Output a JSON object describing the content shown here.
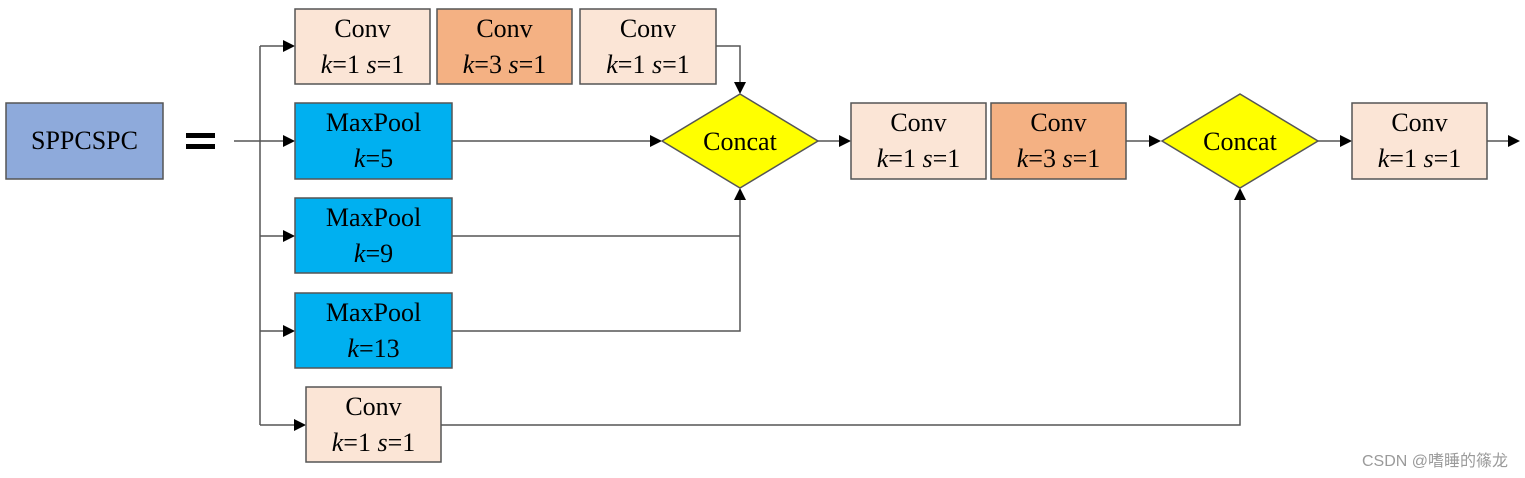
{
  "title": "SPPCSPC",
  "equals": "=",
  "colors": {
    "sppcspc": "#8eaadb",
    "conv_light": "#fbe5d6",
    "conv_dark": "#f4b183",
    "maxpool": "#00b0f0",
    "concat": "#ffff00"
  },
  "nodes": {
    "sppcspc": {
      "label": "SPPCSPC"
    },
    "conv_a1": {
      "name": "Conv",
      "params": [
        {
          "key": "k",
          "val": "=1 "
        },
        {
          "key": "s",
          "val": "=1"
        }
      ]
    },
    "conv_a2": {
      "name": "Conv",
      "params": [
        {
          "key": "k",
          "val": "=3 "
        },
        {
          "key": "s",
          "val": "=1"
        }
      ]
    },
    "conv_a3": {
      "name": "Conv",
      "params": [
        {
          "key": "k",
          "val": "=1 "
        },
        {
          "key": "s",
          "val": "=1"
        }
      ]
    },
    "maxpool5": {
      "name": "MaxPool",
      "params": [
        {
          "key": "k",
          "val": "=5"
        }
      ]
    },
    "maxpool9": {
      "name": "MaxPool",
      "params": [
        {
          "key": "k",
          "val": "=9"
        }
      ]
    },
    "maxpool13": {
      "name": "MaxPool",
      "params": [
        {
          "key": "k",
          "val": "=13"
        }
      ]
    },
    "conv_b": {
      "name": "Conv",
      "params": [
        {
          "key": "k",
          "val": "=1 "
        },
        {
          "key": "s",
          "val": "=1"
        }
      ]
    },
    "concat1": {
      "label": "Concat"
    },
    "conv_c1": {
      "name": "Conv",
      "params": [
        {
          "key": "k",
          "val": "=1 "
        },
        {
          "key": "s",
          "val": "=1"
        }
      ]
    },
    "conv_c2": {
      "name": "Conv",
      "params": [
        {
          "key": "k",
          "val": "=3 "
        },
        {
          "key": "s",
          "val": "=1"
        }
      ]
    },
    "concat2": {
      "label": "Concat"
    },
    "conv_out": {
      "name": "Conv",
      "params": [
        {
          "key": "k",
          "val": "=1 "
        },
        {
          "key": "s",
          "val": "=1"
        }
      ]
    }
  },
  "watermark": "CSDN @嗜睡的篠龙"
}
